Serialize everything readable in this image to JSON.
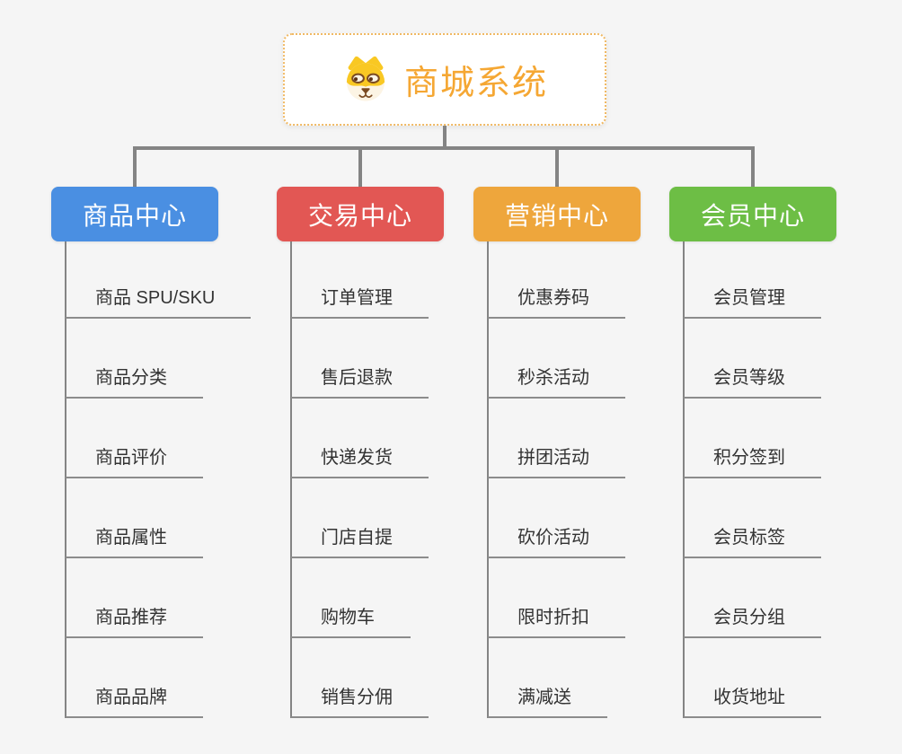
{
  "theme": {
    "bg": "#F5F5F5",
    "connector": "#848484",
    "underline": "#8C8C8C",
    "item_text": "#333333",
    "root_title": "#F5A733",
    "root_border": "#F0B964"
  },
  "root": {
    "title": "商城系统",
    "icon": "dog-face-icon"
  },
  "branches": [
    {
      "label": "商品中心",
      "color": "#4A8FE2",
      "items": [
        "商品 SPU/SKU",
        "商品分类",
        "商品评价",
        "商品属性",
        "商品推荐",
        "商品品牌"
      ]
    },
    {
      "label": "交易中心",
      "color": "#E25754",
      "items": [
        "订单管理",
        "售后退款",
        "快递发货",
        "门店自提",
        "购物车",
        "销售分佣"
      ]
    },
    {
      "label": "营销中心",
      "color": "#EEA63C",
      "items": [
        "优惠券码",
        "秒杀活动",
        "拼团活动",
        "砍价活动",
        "限时折扣",
        "满减送"
      ]
    },
    {
      "label": "会员中心",
      "color": "#6DBE45",
      "items": [
        "会员管理",
        "会员等级",
        "积分签到",
        "会员标签",
        "会员分组",
        "收货地址"
      ]
    }
  ]
}
